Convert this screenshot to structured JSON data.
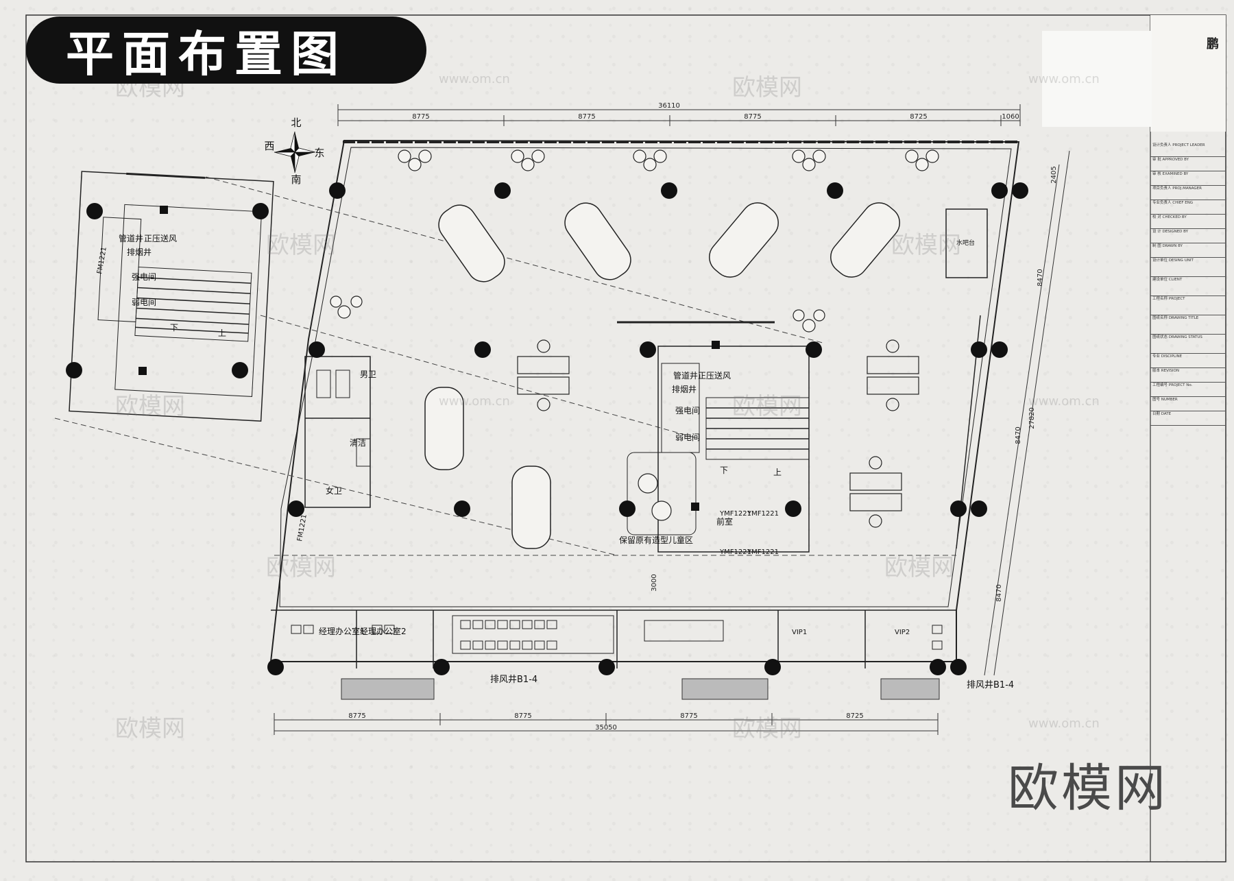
{
  "title": "平面布置图",
  "brand": "欧模网",
  "watermarks": {
    "cn": "欧模网",
    "url": "www.om.cn"
  },
  "compass": {
    "north": "北",
    "south": "南",
    "east": "东",
    "west": "西"
  },
  "dimensions": {
    "top_total": "36110",
    "top_segments": [
      "8775",
      "8775",
      "8775",
      "8725",
      "1060"
    ],
    "bottom_total": "35050",
    "bottom_segments": [
      "8775",
      "8775",
      "8775",
      "8725"
    ],
    "right_total": "27820",
    "right_segments": [
      "2405",
      "8470",
      "8470",
      "8470"
    ],
    "vertical_mid": "3000"
  },
  "rooms": {
    "pipe_shaft_left": "管道井",
    "pressure_fan": "正压送风",
    "exhaust": "排烟井",
    "strong_elec_left": "强电间",
    "weak_elec_left": "弱电间",
    "down": "下",
    "up": "上",
    "pipe_shaft_mid": "管道井",
    "pressure_fan_mid": "正压送风",
    "exhaust_mid": "排烟井",
    "strong_elec_mid": "强电间",
    "weak_elec_mid": "弱电间",
    "front_room": "前室",
    "kids_area": "保留原有造型儿童区",
    "door_code_a": "YMF1221",
    "door_code_b": "YMF1221",
    "door_code_c": "YMF1221",
    "door_code_d": "YMF1221",
    "door_left": "FM1221",
    "men_wc": "男卫",
    "women_wc": "女卫",
    "cleaning": "清洁",
    "manager1": "经理办公室1",
    "manager2": "经理办公室2",
    "vip1": "VIP1",
    "vip2": "VIP2",
    "exhaust_shaft_a": "排风井B1-4",
    "exhaust_shaft_b": "排风井B1-4",
    "water_bar": "水吧台"
  },
  "title_block": {
    "logo": "鹏",
    "rows": [
      "设计负责人 PROJECT LEADER",
      "审 批 APPROVED BY",
      "审 核 EXAMINED BY",
      "项目负责人 PROJ.MANAGER",
      "专业负责人 CHIEF ENG",
      "校 对 CHECKED BY",
      "设 计 DESIGNED BY",
      "制 图 DRAWN BY",
      "设计单位 DESING UNIT",
      "建设单位 CLIENT",
      "工程名称 PROJECT",
      "图纸名称 DRAWING TITLE",
      "图纸状态 DRAWING STATUS",
      "专业 DISCIPLINE",
      "版本 REVISION",
      "工程编号 PROJECT No.",
      "图号 NUMBER",
      "日期 DATE"
    ]
  }
}
